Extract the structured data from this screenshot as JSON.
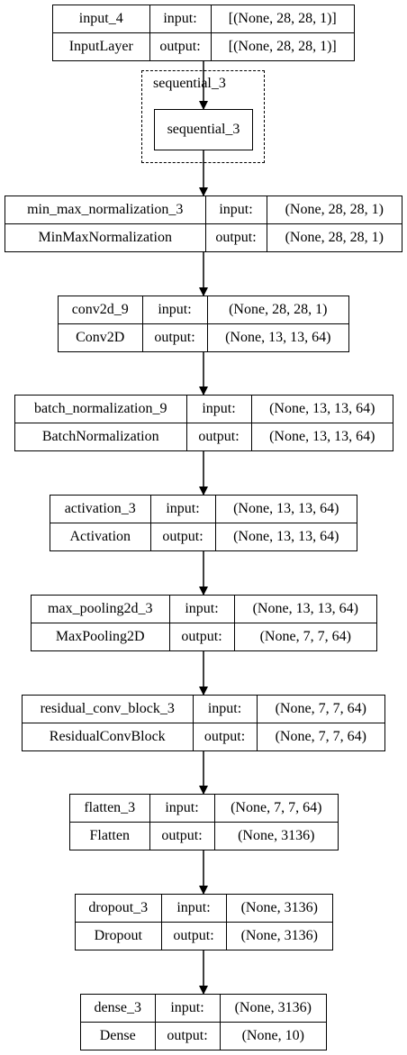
{
  "input_node": {
    "name": "input_4",
    "class": "InputLayer",
    "in_label": "input:",
    "out_label": "output:",
    "in_shape": "[(None, 28, 28, 1)]",
    "out_shape": "[(None, 28, 28, 1)]"
  },
  "cluster": {
    "label": "sequential_3",
    "inner": "sequential_3"
  },
  "layers": [
    {
      "name": "min_max_normalization_3",
      "class": "MinMaxNormalization",
      "in_label": "input:",
      "out_label": "output:",
      "in_shape": "(None, 28, 28, 1)",
      "out_shape": "(None, 28, 28, 1)"
    },
    {
      "name": "conv2d_9",
      "class": "Conv2D",
      "in_label": "input:",
      "out_label": "output:",
      "in_shape": "(None, 28, 28, 1)",
      "out_shape": "(None, 13, 13, 64)"
    },
    {
      "name": "batch_normalization_9",
      "class": "BatchNormalization",
      "in_label": "input:",
      "out_label": "output:",
      "in_shape": "(None, 13, 13, 64)",
      "out_shape": "(None, 13, 13, 64)"
    },
    {
      "name": "activation_3",
      "class": "Activation",
      "in_label": "input:",
      "out_label": "output:",
      "in_shape": "(None, 13, 13, 64)",
      "out_shape": "(None, 13, 13, 64)"
    },
    {
      "name": "max_pooling2d_3",
      "class": "MaxPooling2D",
      "in_label": "input:",
      "out_label": "output:",
      "in_shape": "(None, 13, 13, 64)",
      "out_shape": "(None, 7, 7, 64)"
    },
    {
      "name": "residual_conv_block_3",
      "class": "ResidualConvBlock",
      "in_label": "input:",
      "out_label": "output:",
      "in_shape": "(None, 7, 7, 64)",
      "out_shape": "(None, 7, 7, 64)"
    },
    {
      "name": "flatten_3",
      "class": "Flatten",
      "in_label": "input:",
      "out_label": "output:",
      "in_shape": "(None, 7, 7, 64)",
      "out_shape": "(None, 3136)"
    },
    {
      "name": "dropout_3",
      "class": "Dropout",
      "in_label": "input:",
      "out_label": "output:",
      "in_shape": "(None, 3136)",
      "out_shape": "(None, 3136)"
    },
    {
      "name": "dense_3",
      "class": "Dense",
      "in_label": "input:",
      "out_label": "output:",
      "in_shape": "(None, 3136)",
      "out_shape": "(None, 10)"
    }
  ]
}
